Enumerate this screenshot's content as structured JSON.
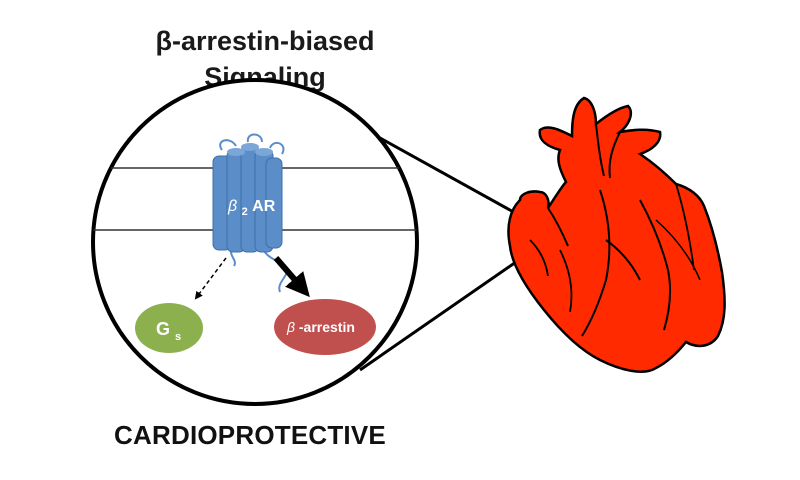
{
  "title": {
    "line1": "β-arrestin-biased",
    "line2": "Signaling"
  },
  "receptor": {
    "label_prefix": "β",
    "label_sub": "2",
    "label_suffix": "AR",
    "color": "#5b8ec9"
  },
  "gs": {
    "label": "G",
    "sub": "s",
    "color": "#8db04f"
  },
  "arrestin": {
    "label_prefix": "β",
    "label_suffix": " -arrestin",
    "color": "#c0504d"
  },
  "heart": {
    "color": "#ff2a00"
  },
  "footer": "CARDIOPROTECTIVE"
}
